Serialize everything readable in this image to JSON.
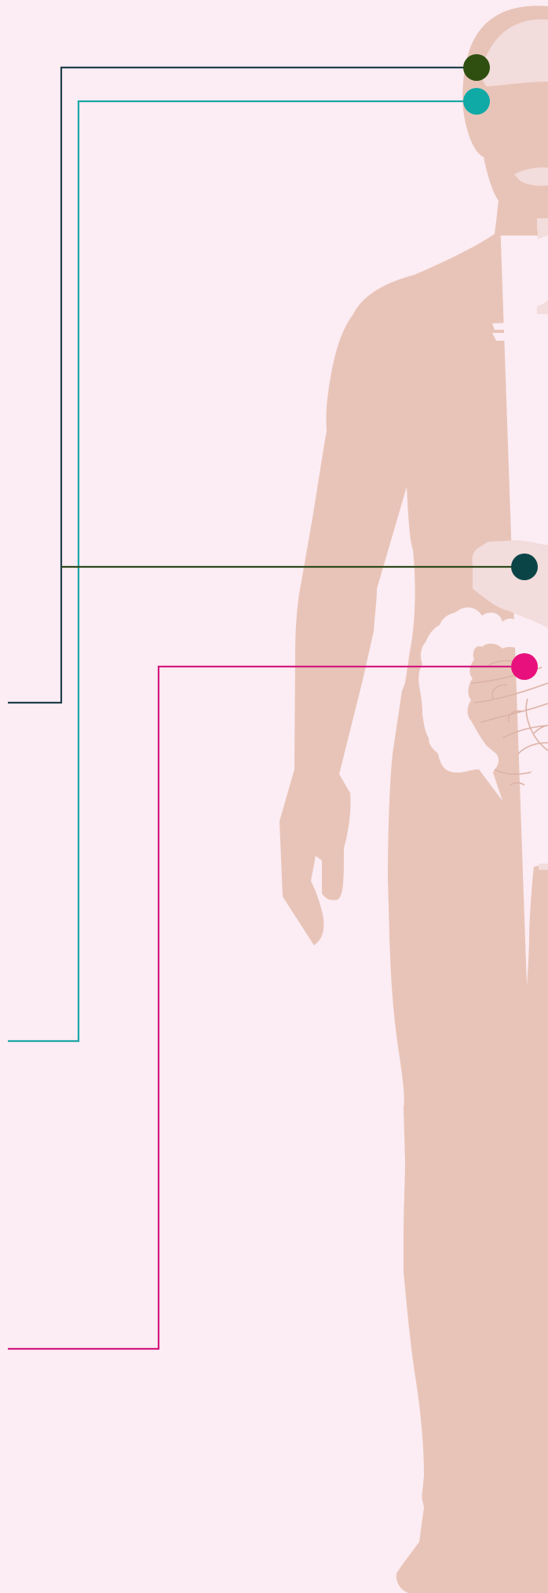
{
  "colors": {
    "background": "#fcecf3",
    "body": "#e8c4b8",
    "organ_light": "#f3dcdc",
    "organ_white": "#fcecf3",
    "organ_line": "#dcb2a6",
    "line_dark_navy": "#1e3f4a",
    "line_dark_green": "#2d4a1a",
    "line_teal": "#1aa7a7",
    "line_magenta": "#d21a7f"
  },
  "markers": [
    {
      "id": "marker-head-green",
      "color": "#2e4f10",
      "icon": "circle-dot",
      "label": ""
    },
    {
      "id": "marker-head-teal",
      "color": "#0fa9a6",
      "icon": "circle-dot",
      "label": ""
    },
    {
      "id": "marker-abdomen-navy",
      "color": "#0b4447",
      "icon": "circle-dot",
      "label": ""
    },
    {
      "id": "marker-intestine-magenta",
      "color": "#e8107c",
      "icon": "circle-dot",
      "label": ""
    }
  ]
}
